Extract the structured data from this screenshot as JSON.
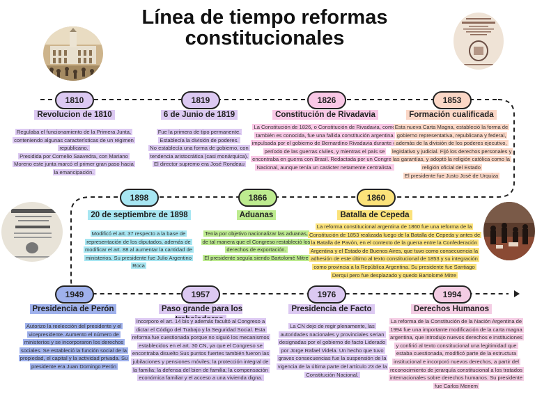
{
  "title": "Línea de tiempo reformas constitucionales",
  "colors": {
    "purple": "#dcc9f2",
    "pink": "#f9c8e6",
    "peach": "#fbd7c6",
    "green": "#bdeb8f",
    "yellow": "#fbe27a",
    "cyan": "#a7e6f2",
    "blue": "#9fb1ec",
    "lightpink": "#f4cde4",
    "line": "#222222"
  },
  "events": [
    {
      "year": "1810",
      "heading": "Revolucion de 1810",
      "text": "Regulaba el funcionamiento de la Primera Junta, conteniendo algunas características de un régimen republicano.\nPresidida por Cornelio Saavedra, con Mariano Moreno este junta marcó el primer gran paso hacia la emancipación.",
      "color": "#dcc9f2"
    },
    {
      "year": "1819",
      "heading": "6 de Junio de 1819",
      "text": "Fue la primera de tipo permanente.\nEstablecía la división de poderes.\nNo establecía una forma de gobierno, con tendencia aristocrática (casi monárquica).\nEl director supremo era José Rondeau",
      "color": "#dcc9f2"
    },
    {
      "year": "1826",
      "heading": "Constitución de Rivadavia",
      "text": "La Constitución de 1826, o Constitución de Rivadavia, como también es conocida, fue una fallida constitución argentina impulsada por el gobierno de Bernardino Rivadavia durante el período de las guerras civiles, y mientras el país se encontraba en guerra con Brasil. Redactada por un Congreso Nacional, aunque tenía un carácter netamente centralista.",
      "color": "#f9c8e6"
    },
    {
      "year": "1853",
      "heading": "Formación cualificada",
      "text": "Esta nueva Carta Magna, estableció la forma de gobierno representativa, republicana y federal, además de la división de los poderes ejecutivo, legislativo y judicial. Fijó los derechos personales y las garantías, y adoptó la religión católica como la religión oficial del Estado\nEl presidente fue Justo José de Urquiza",
      "color": "#fbd7c6"
    },
    {
      "year": "1898",
      "heading": "20 de septiembre de 1898",
      "text": "Modificó el art. 37 respecto a la base de representación de los diputados, además de modificar el art. 88 al aumentar la cantidad de ministerios. Su presidente fue Julio Argentino Roca",
      "color": "#a7e6f2"
    },
    {
      "year": "1866",
      "heading": "Aduanas",
      "text": "Tenía por objetivo nacionalizar las aduanas, de tal manera que el Congreso restableció los derechos de exportación.\nEl presidente seguía siendo Bartolomé Mitre",
      "color": "#bdeb8f"
    },
    {
      "year": "1860",
      "heading": "Batalla de Cepeda",
      "text": "La reforma constitucional argentina de 1860 fue una reforma de la Constitución de 1853 realizada luego de la Batalla de Cepeda y antes de la Batalla de Pavón, en el contexto de la guerra entre la Confederación Argentina y el Estado de Buenos Aires, que tuvo como consecuencia la adhesión de este último al texto constitucional de 1853 y su integración como provincia a la República Argentina. Su presidente fue Santiago Derqui pero fue desplazado y quedo Bartolomé Mitre",
      "color": "#fbe27a"
    },
    {
      "year": "1949",
      "heading": "Presidencia de Perón",
      "text": "Autorizo la reelección del presidente y el vicepresidente. Aumento el número de ministerios y se incorporaron los derechos sociales. Se estableció la función social de la propiedad, el capital y la actividad privada. Su presidente era Juan Domingo Perón",
      "color": "#9fb1ec"
    },
    {
      "year": "1957",
      "heading": "Paso grande para los trabajadores",
      "text": "Incorporo el art. 14 bis y además facultó al Congreso a dictar el Código del Trabajo y la Seguridad Social. Esta reforma fue cuestionada porque no siguió los mecanismos establecidos en el art. 30 CN, ya que el Congreso se encontraba disuelto Sus puntos fuertes también fueron las jubilaciones y pensiones móviles; la protección integral de la familia; la defensa del bien de familia; la compensación económica familiar y el acceso a una vivienda digna.",
      "color": "#dcc9f2"
    },
    {
      "year": "1976",
      "heading": "Presidencia de Facto",
      "text": "La CN dejo de regir plenamente, las autoridades nacionales y provinciales serian designadas por el gobierno de facto Liderado por Jorge Rafael Videla. Un hecho que tuvo graves consecuencias fue la suspensión de la vigencia de la última parte del artículo 23 de la Constitución Nacional.",
      "color": "#dcc9f2"
    },
    {
      "year": "1994",
      "heading": "Derechos Humanos",
      "text": "La reforma de la Constitución de la Nación Argentina de 1994 fue una importante modificación de la carta magna argentina, que introdujo nuevos derechos e instituciones y confirió al texto constitucional una legitimidad que estaba cuestionada, modificó parte de la estructura institucional e incorporó nuevos derechos, a partir del reconocimiento de jerarquía constitucional a los tratados internacionales sobre derechos humanos. Su presidente fue Carlos Menem",
      "color": "#f4cde4"
    }
  ],
  "images": {
    "cabildo": "cabildo-illustration",
    "document_1853": "constitution-document-1853",
    "document_manifiesto": "manifiesto-document",
    "assembly": "assembly-painting"
  }
}
